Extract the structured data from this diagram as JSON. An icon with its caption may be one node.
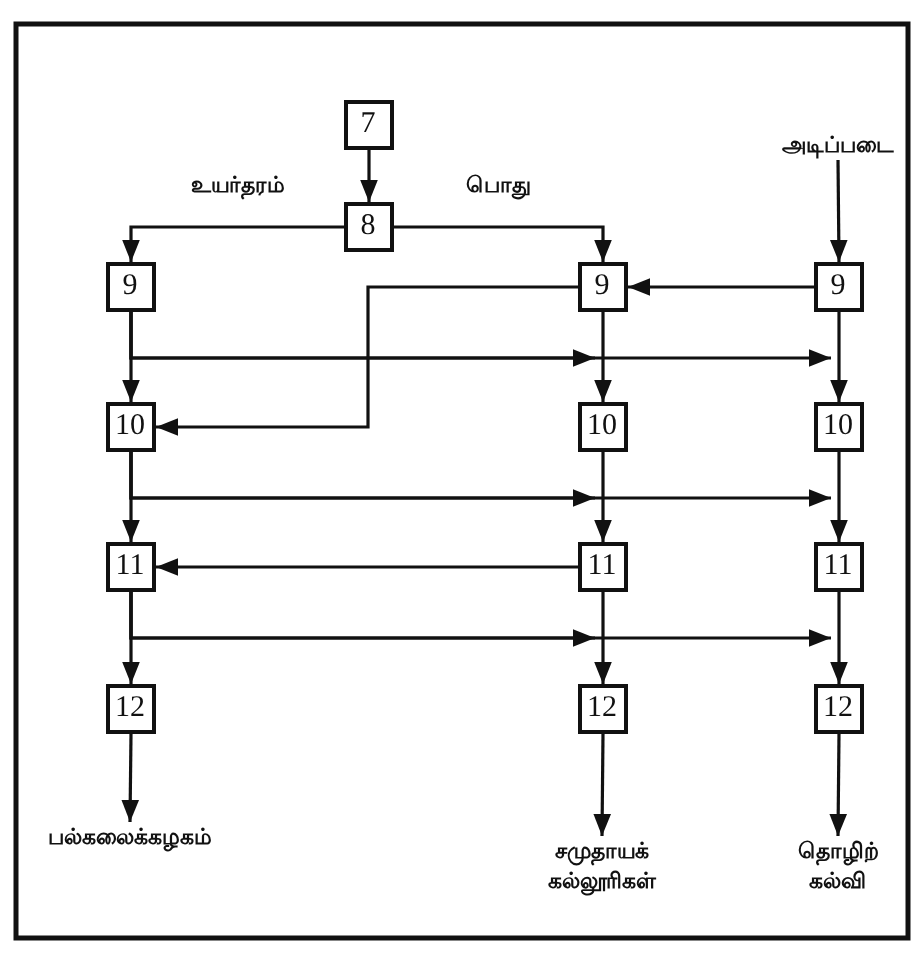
{
  "diagram": {
    "nodes": [
      {
        "text": [
          "7"
        ]
      },
      {
        "text": [
          "8"
        ]
      },
      {
        "text": [
          "9"
        ]
      },
      {
        "text": [
          "9"
        ]
      },
      {
        "text": [
          "9"
        ]
      },
      {
        "text": [
          "10"
        ]
      },
      {
        "text": [
          "10"
        ]
      },
      {
        "text": [
          "10"
        ]
      },
      {
        "text": [
          "11"
        ]
      },
      {
        "text": [
          "11"
        ]
      },
      {
        "text": [
          "11"
        ]
      },
      {
        "text": [
          "12"
        ]
      },
      {
        "text": [
          "12"
        ]
      },
      {
        "text": [
          "12"
        ]
      },
      {
        "text": [
          "அடிப்படை"
        ]
      },
      {
        "text": [
          "பல்கலைக்கழகம்"
        ]
      },
      {
        "text": [
          "சமுதாயக் கல்லூரிகள்"
        ]
      },
      {
        "text": [
          "தொழிற் கல்வி"
        ]
      }
    ],
    "edges": [
      {
        "from": 0,
        "to": 1,
        "arrow": "to"
      },
      {
        "from": 1,
        "to": 2,
        "arrow": "to",
        "label": "உயர்தரம்"
      },
      {
        "from": 1,
        "to": 3,
        "arrow": "to",
        "label": "பொது"
      },
      {
        "from": 14,
        "to": 4,
        "arrow": "to"
      },
      {
        "from": 4,
        "to": 3,
        "arrow": "to"
      },
      {
        "from": 3,
        "to": 5,
        "arrow": "to"
      },
      {
        "from": 2,
        "to": 5,
        "arrow": "to"
      },
      {
        "from": 2,
        "to": 6,
        "arrow": "to"
      },
      {
        "from": 2,
        "to": 7,
        "arrow": "to"
      },
      {
        "from": 3,
        "to": 6,
        "arrow": "to"
      },
      {
        "from": 4,
        "to": 7,
        "arrow": "to"
      },
      {
        "from": 5,
        "to": 8,
        "arrow": "to"
      },
      {
        "from": 5,
        "to": 9,
        "arrow": "to"
      },
      {
        "from": 5,
        "to": 10,
        "arrow": "to"
      },
      {
        "from": 6,
        "to": 9,
        "arrow": "to"
      },
      {
        "from": 7,
        "to": 10,
        "arrow": "to"
      },
      {
        "from": 9,
        "to": 8,
        "arrow": "to"
      },
      {
        "from": 8,
        "to": 11,
        "arrow": "to"
      },
      {
        "from": 8,
        "to": 12,
        "arrow": "to"
      },
      {
        "from": 8,
        "to": 13,
        "arrow": "to"
      },
      {
        "from": 9,
        "to": 12,
        "arrow": "to"
      },
      {
        "from": 10,
        "to": 13,
        "arrow": "to"
      },
      {
        "from": 11,
        "to": 15,
        "arrow": "to"
      },
      {
        "from": 12,
        "to": 16,
        "arrow": "to"
      },
      {
        "from": 13,
        "to": 17,
        "arrow": "to"
      }
    ]
  }
}
